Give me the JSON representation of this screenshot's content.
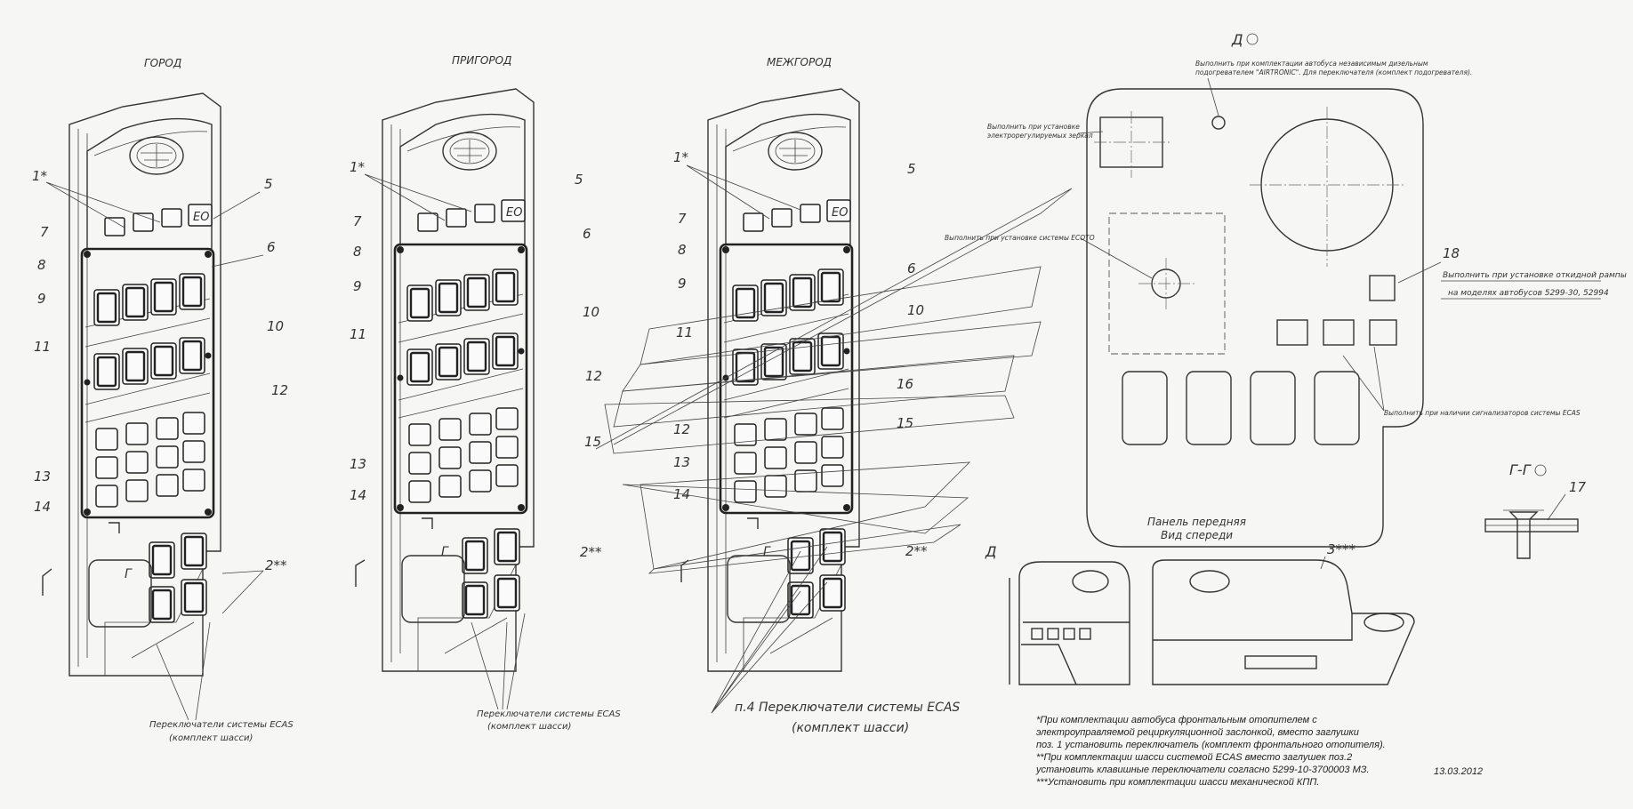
{
  "panels": [
    {
      "title": "ГОРОД",
      "ecas_label_line1": "Переключатели системы ECAS",
      "ecas_label_line2": "(комплект шасси)"
    },
    {
      "title": "ПРИГОРОД",
      "ecas_label_line1": "Переключатели системы ECAS",
      "ecas_label_line2": "(комплект шасси)"
    },
    {
      "title": "МЕЖГОРОД",
      "ecas_label_line1": "п.4 Переключатели системы ECAS",
      "ecas_label_line2": "(комплект шасси)"
    }
  ],
  "callouts": {
    "p1": "1*",
    "p5": "5",
    "p6": "6",
    "p7": "7",
    "p8": "8",
    "p9": "9",
    "p10": "10",
    "p11": "11",
    "p12": "12",
    "p13": "13",
    "p14": "14",
    "p15": "15",
    "p16": "16",
    "p2": "2**",
    "p3": "3***",
    "p17": "17",
    "p18": "18",
    "section_g": "Г"
  },
  "view_d": {
    "title": "Д",
    "note_top_1": "Выполнить при комплектации автобуса независимым дизельным",
    "note_top_2": "подогревателем \"AIRTRONIC\". Для переключателя (комплект подогревателя).",
    "note_mirror_1": "Выполнить при установке",
    "note_mirror_2": "электрорегулируемых зеркал",
    "note_edc": "Выполнить при установке системы ЕСОТО",
    "note_18_1": "Выполнить при установке откидной рампы",
    "note_18_2": "на моделях автобусов 5299-30, 52994",
    "note_ecas": "Выполнить при наличии сигнализаторов системы ECAS"
  },
  "section_gg": {
    "title": "Г-Г"
  },
  "front_view": {
    "title_line1": "Панель передняя",
    "title_line2": "Вид спереди",
    "marker": "Д"
  },
  "footnotes": [
    "*При комплектации автобуса фронтальным отопителем с",
    "электроуправляемой рециркуляционной заслонкой, вместо заглушки",
    "поз. 1 установить переключатель (комплект фронтального отопителя).",
    "**При комплектации шасси системой ECAS вместо заглушек поз.2",
    "установить клавишные переключатели согласно 5299-10-3700003 МЗ.",
    "***Установить при комплектации шасси механической КПП."
  ],
  "date": "13.03.2012"
}
